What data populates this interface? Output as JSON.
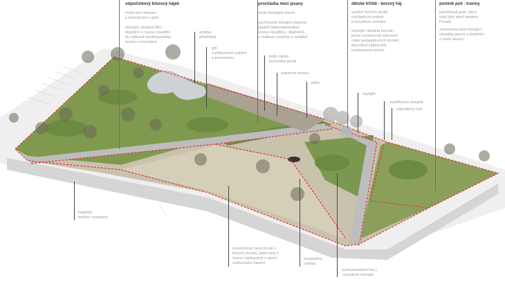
{
  "sections": [
    {
      "title": "odpočinkový březový hájek",
      "lines1": [
        "místo pro relaxaci",
        "s posezením u grilu"
      ],
      "lines2": [
        "stávající skupina bříz -",
        "doplnění o novou výsadbu",
        "do výškově modelovaného",
        "terénu s trávníkem"
      ]
    },
    {
      "title": "procházka mezi jasany",
      "lines1": [
        "cesta listnatým lesem"
      ],
      "lines2": [
        "zachovaná stávající skupina",
        "jasanů dokomponována",
        "novou výsadbou, doplněná",
        "o mlatové cestičky a mobiliář"
      ]
    },
    {
      "title": "dětské hřiště - borový háj",
      "lines1": [
        "soubor herních prvků",
        "rozvíjejících pohyb",
        "a smyslové vnímání"
      ],
      "lines2": [
        "stávající skupina borovic -",
        "počet zredukován kácením",
        "málo perspektivních stromů,",
        "dotvoření výškovými",
        "modelacemi terénu"
      ]
    },
    {
      "title": "pomník polí - traviny",
      "lines1": [
        "parafrázují pole, které",
        "tady bylo před stavbou",
        "Poruby"
      ],
      "lines2": [
        "zachována část stávající",
        "výsadby javorů a doplnění",
        "o nové stromy"
      ]
    }
  ],
  "labels": {
    "ameba": [
      "améba",
      "přístřešek"
    ],
    "gril": [
      "gril",
      "s přípravným pultem",
      "a posezením"
    ],
    "zahon": [
      "jedlý záhon",
      "komunitní prvek"
    ],
    "terasa": [
      "pobytová terasa"
    ],
    "pitko": [
      "pítko"
    ],
    "citylight": [
      "citylight"
    ],
    "sloupek": [
      "osvětlovací sloupek"
    ],
    "kos": [
      "odpadkový koš"
    ],
    "kopecky": [
      "kopečky",
      "terénní modelace"
    ],
    "herni_prvek": [
      "víceúčelový herní prvek z",
      "kmenů stromů, které byly z",
      "území odstraněny v rámci",
      "ozdravného kácení"
    ],
    "trampolina": [
      "trampolína",
      "-pohyb"
    ],
    "echo": [
      "echo(akustická hra )",
      "-smyslové vnímání"
    ]
  },
  "colors": {
    "grass": "#8aa05a",
    "path": "#d8d4c8",
    "boundary": "#e03040",
    "section_line": "#b0506a"
  }
}
